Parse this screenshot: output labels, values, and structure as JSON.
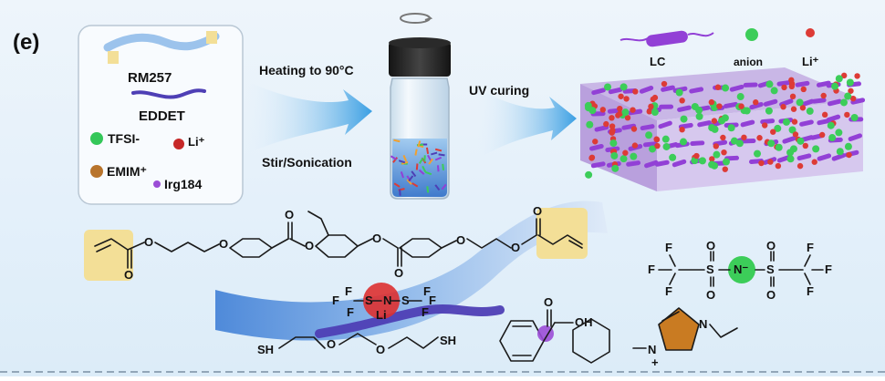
{
  "panel_label": "(e)",
  "legend_box": {
    "items": [
      {
        "label": "RM257",
        "color": "#9cc3ec"
      },
      {
        "label": "EDDET",
        "color": "#4e3fb5"
      },
      {
        "label": "TFSI-",
        "color": "#34c759"
      },
      {
        "label": "Li⁺",
        "color": "#c62828"
      },
      {
        "label": "EMIM⁺",
        "color": "#b8742c"
      },
      {
        "label": "Irg184",
        "color": "#9b4dd6"
      }
    ]
  },
  "steps": {
    "heating": "Heating to 90°C",
    "stir": "Stir/Sonication",
    "uv": "UV curing"
  },
  "right_legend": {
    "lc": "LC",
    "anion": "anion",
    "li": "Li⁺"
  },
  "colors": {
    "lc": "#9240d6",
    "anion": "#3ccd59",
    "li": "#dd3b36",
    "arrow": "#3aa0e6",
    "highlight": "#f3df97"
  },
  "chem_labels": {
    "sh_left": "SH",
    "sh_right": "SH",
    "o": "O",
    "oh": "OH",
    "n": "N",
    "s": "S",
    "f": "F",
    "li": "Li",
    "plus": "+",
    "n_minus": "N⁻"
  }
}
